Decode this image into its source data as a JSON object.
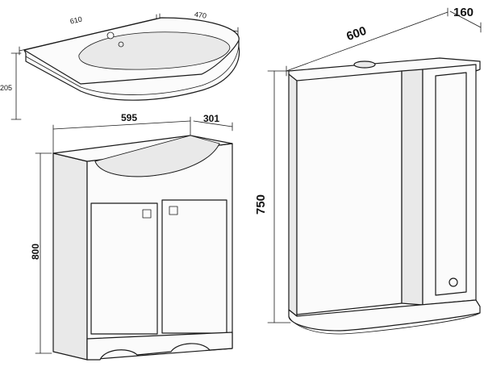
{
  "drawing": {
    "accent_color": "#1a1a1a",
    "background_color": "#ffffff"
  },
  "sink": {
    "width_label": "610",
    "depth_label": "470",
    "height_label": "205"
  },
  "vanity": {
    "width_label": "595",
    "depth_label": "301",
    "height_label": "800"
  },
  "mirror_cabinet": {
    "width_label": "600",
    "depth_label": "160",
    "height_label": "750"
  }
}
